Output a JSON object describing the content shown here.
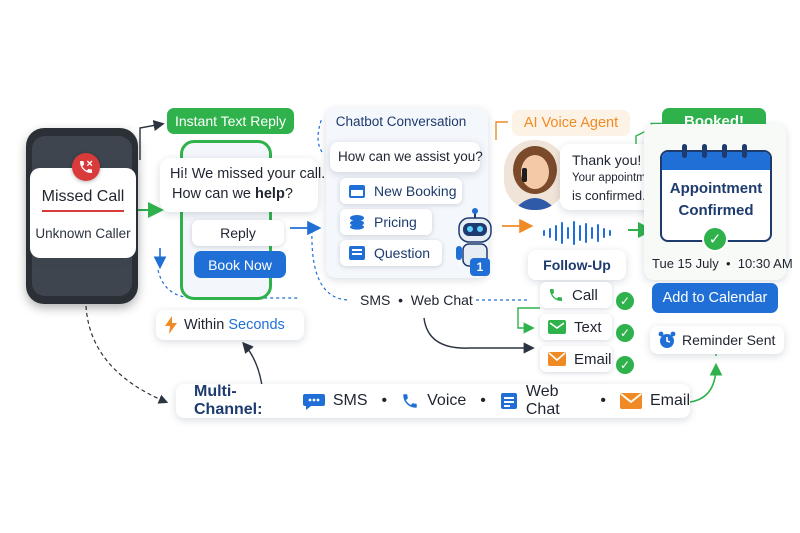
{
  "missed_call": {
    "title": "Missed Call",
    "caller": "Unknown Caller"
  },
  "instant_reply": {
    "header": "Instant Text Reply",
    "message_line1": "Hi! We missed your call.",
    "message_line2_pre": "How can we ",
    "message_line2_bold": "help",
    "message_line2_post": "?",
    "reply_label": "Reply",
    "book_label": "Book Now"
  },
  "within": {
    "prefix": "Within ",
    "highlight": "Seconds"
  },
  "chatbot": {
    "header": "Chatbot Conversation",
    "question": "How can we assist you?",
    "options": [
      "New Booking",
      "Pricing",
      "Question"
    ],
    "badge": "1",
    "channels": "SMS  •  Web Chat"
  },
  "voice_agent": {
    "header": "AI Voice Agent",
    "bubble_line1": "Thank you!",
    "bubble_line2": "Your appointment",
    "bubble_line3": "is confirmed."
  },
  "follow_up": {
    "header": "Follow-Up",
    "items": [
      "Call",
      "Text",
      "Email"
    ]
  },
  "booked": {
    "header": "Booked!",
    "line1": "Appointment",
    "line2": "Confirmed",
    "datetime": "Tue 15 July  •  10:30 AM",
    "add_label": "Add to Calendar",
    "reminder": "Reminder Sent"
  },
  "multi_channel": {
    "label": "Multi-Channel:",
    "channels": [
      "SMS",
      "Voice",
      "Web Chat",
      "Email"
    ]
  },
  "colors": {
    "green": "#2fb24c",
    "blue": "#1f6fd6",
    "orange": "#f08a24",
    "red": "#d93a3a",
    "navy": "#1d3b6e"
  }
}
